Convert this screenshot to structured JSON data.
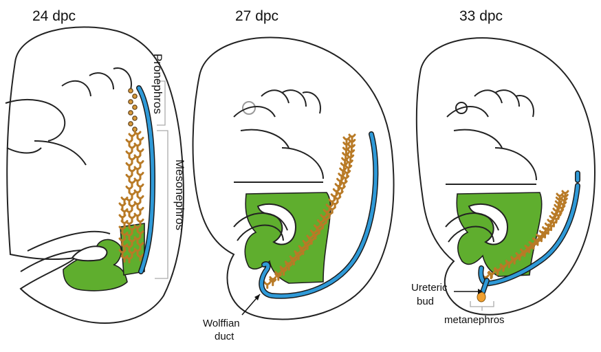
{
  "stages": [
    {
      "title": "24 dpc"
    },
    {
      "title": "27 dpc"
    },
    {
      "title": "33 dpc"
    }
  ],
  "labels": {
    "pronephros": "Pronephros",
    "mesonephros": "Mesonephros",
    "wolffian_line1": "Wolffian",
    "wolffian_line2": "duct",
    "ureteric_line1": "Ureteric",
    "ureteric_line2": "bud",
    "metanephros": "metanephros"
  },
  "colors": {
    "duct": "#2f9ad8",
    "tubule": "#d79a3c",
    "mesoderm": "#5fae2e",
    "metanephros": "#f0a030"
  }
}
